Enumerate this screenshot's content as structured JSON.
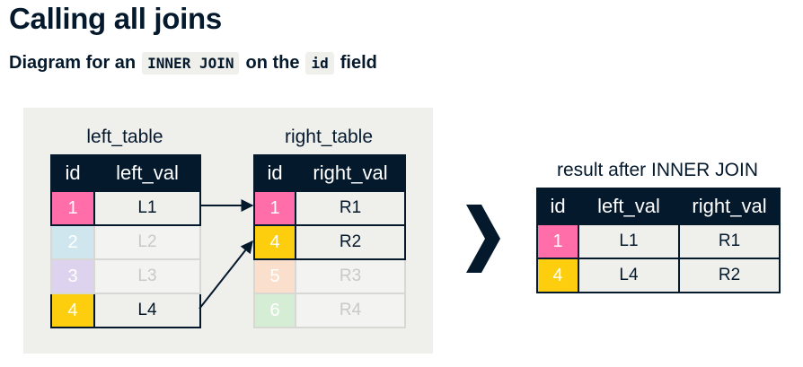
{
  "title": "Calling all joins",
  "subtitle": {
    "before": "Diagram for an",
    "join_code": "INNER JOIN",
    "middle": "on the",
    "field_code": "id",
    "after": "field"
  },
  "left_table": {
    "caption": "left_table",
    "headers": [
      "id",
      "left_val"
    ],
    "rows": [
      {
        "id": "1",
        "val": "L1",
        "color": "#ff6ea9",
        "matched": true
      },
      {
        "id": "2",
        "val": "L2",
        "color": "#cfe6ee",
        "matched": false
      },
      {
        "id": "3",
        "val": "L3",
        "color": "#ddd3ee",
        "matched": false
      },
      {
        "id": "4",
        "val": "L4",
        "color": "#fcce0d",
        "matched": true
      }
    ]
  },
  "right_table": {
    "caption": "right_table",
    "headers": [
      "id",
      "right_val"
    ],
    "rows": [
      {
        "id": "1",
        "val": "R1",
        "color": "#ff6ea9",
        "matched": true
      },
      {
        "id": "4",
        "val": "R2",
        "color": "#fcce0d",
        "matched": true
      },
      {
        "id": "5",
        "val": "R3",
        "color": "#f9dfcc",
        "matched": false
      },
      {
        "id": "6",
        "val": "R4",
        "color": "#d5ecd5",
        "matched": false
      }
    ]
  },
  "result_table": {
    "caption": "result after INNER JOIN",
    "headers": [
      "id",
      "left_val",
      "right_val"
    ],
    "rows": [
      {
        "id": "1",
        "left_val": "L1",
        "right_val": "R1",
        "color": "#ff6ea9"
      },
      {
        "id": "4",
        "left_val": "L4",
        "right_val": "R2",
        "color": "#fcce0d"
      }
    ]
  },
  "colors": {
    "dark": "#05192d",
    "panel": "#efefec",
    "match_1": "#ff6ea9",
    "match_4": "#fcce0d"
  },
  "icons": {
    "join_arrow": "chevron-right-icon"
  }
}
